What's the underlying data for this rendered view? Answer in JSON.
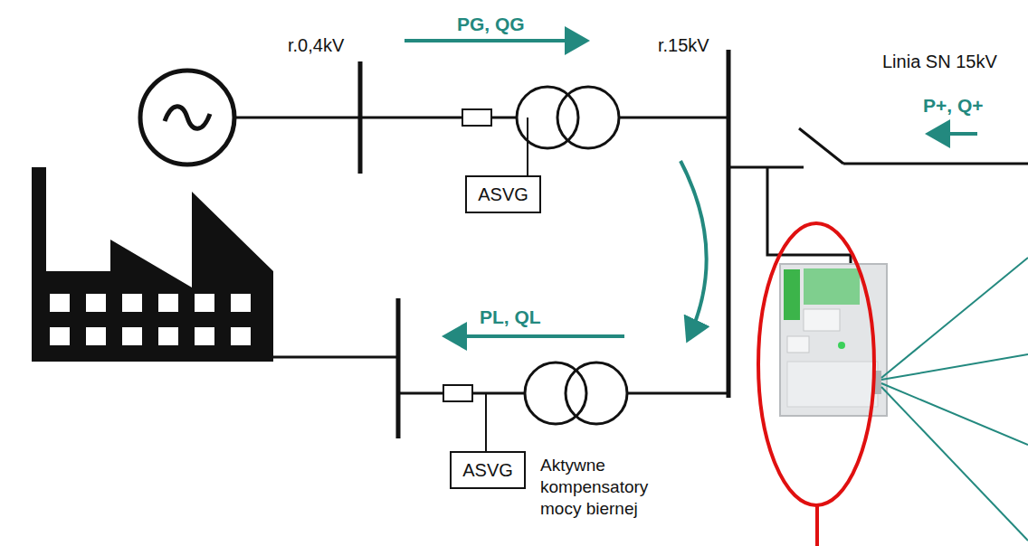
{
  "diagram": {
    "nodes": [
      {
        "text": [
          "ASVG"
        ]
      },
      {
        "text": [
          "ASVG"
        ]
      }
    ],
    "labels": [
      "r.0,4kV",
      "PG, QG",
      "r.15kV",
      "Linia SN 15kV",
      "P+, Q+",
      "PL, QL",
      "Aktywne kompensatory mocy biernej"
    ]
  }
}
